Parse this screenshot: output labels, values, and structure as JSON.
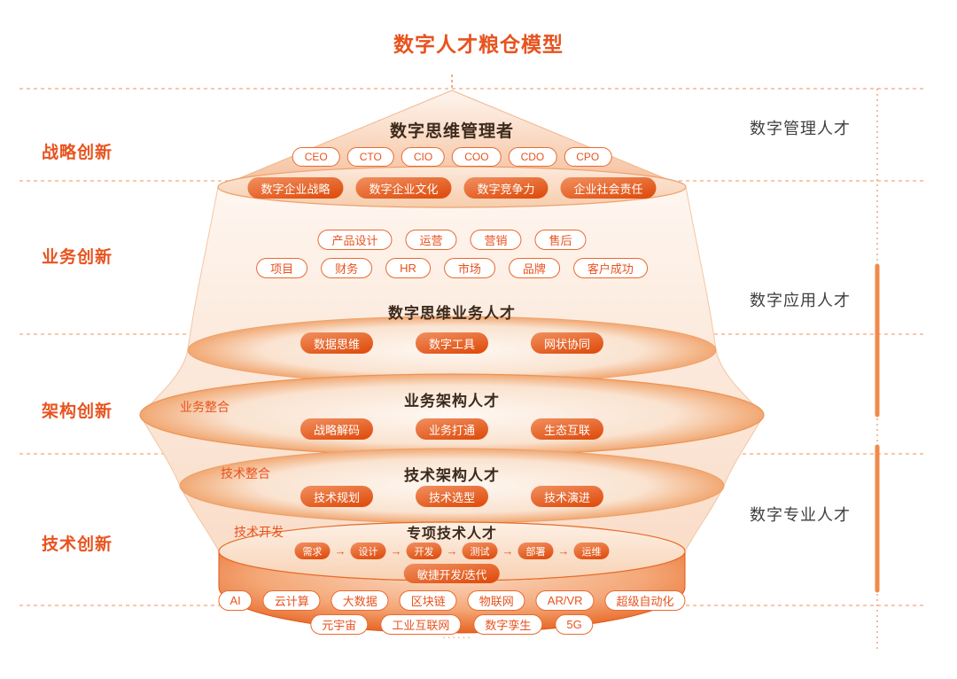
{
  "title": "数字人才粮仓模型",
  "left_labels": {
    "strategy": "战略创新",
    "business": "业务创新",
    "architecture": "架构创新",
    "technology": "技术创新"
  },
  "right_labels": {
    "management": "数字管理人才",
    "application": "数字应用人才",
    "professional": "数字专业人才"
  },
  "management": {
    "heading": "数字思维管理者",
    "roles": [
      "CEO",
      "CTO",
      "CIO",
      "COO",
      "CDO",
      "CPO"
    ],
    "capabilities": [
      "数字企业战略",
      "数字企业文化",
      "数字竞争力",
      "企业社会责任"
    ]
  },
  "business": {
    "functions_row1": [
      "产品设计",
      "运营",
      "营销",
      "售后"
    ],
    "functions_row2": [
      "项目",
      "财务",
      "HR",
      "市场",
      "品牌",
      "客户成功"
    ],
    "heading": "数字思维业务人才",
    "capabilities": [
      "数据思维",
      "数字工具",
      "网状协同"
    ]
  },
  "business_architecture": {
    "tag": "业务整合",
    "heading": "业务架构人才",
    "capabilities": [
      "战略解码",
      "业务打通",
      "生态互联"
    ]
  },
  "technology_architecture": {
    "tag": "技术整合",
    "heading": "技术架构人才",
    "capabilities": [
      "技术规划",
      "技术选型",
      "技术演进"
    ]
  },
  "technology_development": {
    "tag": "技术开发",
    "heading": "专项技术人才",
    "pipeline": [
      "需求",
      "设计",
      "开发",
      "测试",
      "部署",
      "运维"
    ],
    "pipeline_arrow": "→",
    "agile": "敏捷开发/迭代",
    "technologies_row1": [
      "AI",
      "云计算",
      "大数据",
      "区块链",
      "物联网",
      "AR/VR",
      "超级自动化"
    ],
    "technologies_row2": [
      "元宇宙",
      "工业互联网",
      "数字孪生",
      "5G"
    ],
    "ellipsis": "......"
  },
  "colors": {
    "accent": "#E8531F",
    "pill_gradient_start": "#F19060",
    "pill_gradient_end": "#E04F10",
    "heading_text": "#3C2A1C",
    "guide_line": "#F1A67B",
    "silo_deep": "#E35A1C"
  }
}
